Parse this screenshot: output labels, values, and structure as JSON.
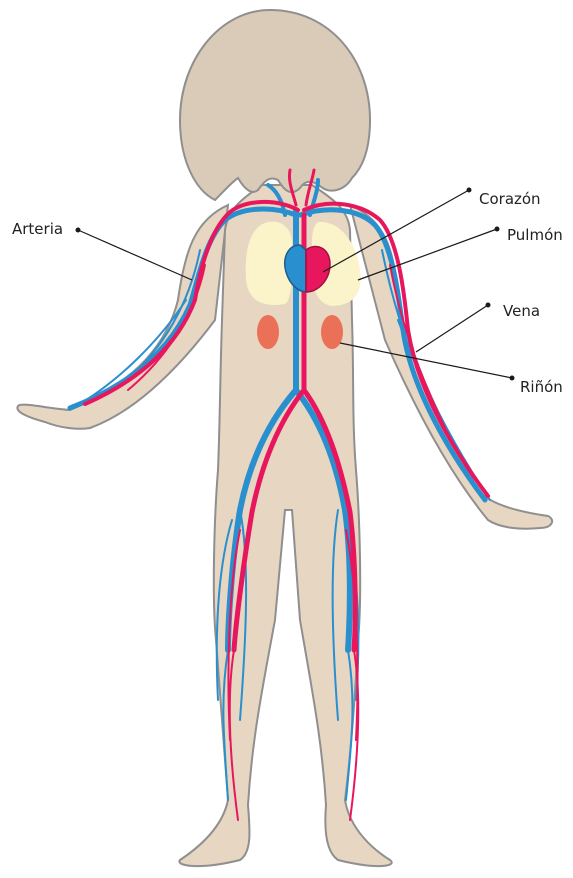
{
  "labels": {
    "arteria": "Arteria",
    "corazon": "Corazón",
    "pulmon": "Pulmón",
    "vena": "Vena",
    "rinon": "Riñón"
  },
  "colors": {
    "background": "#ffffff",
    "skin": "#e6d6c2",
    "skin_outline": "#8f8f8f",
    "hair": "#dacbb8",
    "lung": "#fbf3c9",
    "kidney": "#ea7058",
    "artery": "#e8175d",
    "vein": "#2a8fcf",
    "leader": "#1a1a1a"
  }
}
